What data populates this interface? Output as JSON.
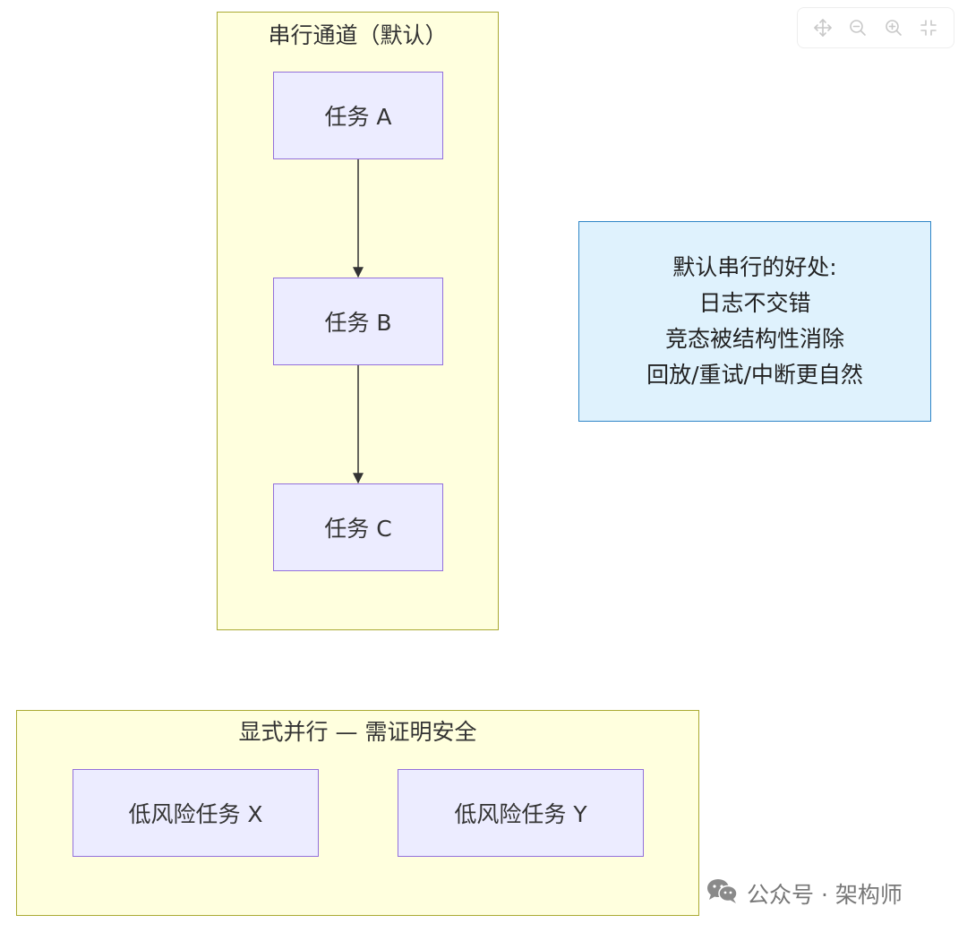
{
  "serial_lane": {
    "title": "串行通道（默认）",
    "tasks": [
      "任务 A",
      "任务 B",
      "任务 C"
    ]
  },
  "parallel_lane": {
    "title": "显式并行 — 需证明安全",
    "tasks": [
      "低风险任务 X",
      "低风险任务 Y"
    ]
  },
  "note": {
    "lines": [
      "默认串行的好处:",
      "日志不交错",
      "竞态被结构性消除",
      "回放/重试/中断更自然"
    ]
  },
  "toolbar": {
    "icons": [
      "move-icon",
      "zoom-out-icon",
      "zoom-in-icon",
      "fit-icon"
    ]
  },
  "watermark": {
    "text": "公众号 · 架构师",
    "icon": "wechat-icon"
  },
  "colors": {
    "cluster_fill": "#ffffde",
    "cluster_stroke": "#aaaa33",
    "node_fill": "#ececff",
    "node_stroke": "#9370db",
    "note_fill": "#dff2fd",
    "note_stroke": "#2f86c7"
  }
}
